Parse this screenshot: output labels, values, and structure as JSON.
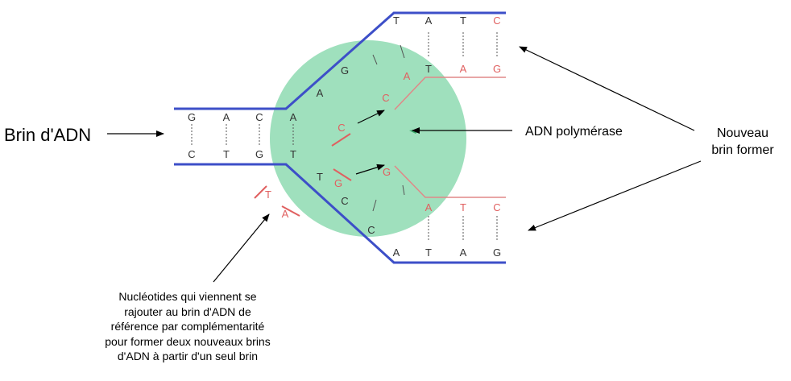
{
  "labels": {
    "brin_adn": "Brin d'ADN",
    "adn_polymerase": "ADN polymérase",
    "nouveau_line1": "Nouveau",
    "nouveau_line2": "brin former",
    "note_lines": [
      "Nucléotides qui viennent se",
      "rajouter au brin d'ADN de",
      "référence par complémentarité",
      "pour former deux nouveaux brins",
      "d'ADN à partir d'un seul brin"
    ]
  },
  "nucleotides": {
    "parent_top": [
      "G",
      "A",
      "C",
      "A"
    ],
    "parent_bottom": [
      "C",
      "T",
      "G",
      "T"
    ],
    "fork_upper_strand": [
      "A",
      "G",
      "T",
      "A",
      "T",
      "C"
    ],
    "fork_upper_new": [
      "C",
      "A",
      "T",
      "A",
      "G"
    ],
    "fork_lower_strand": [
      "T",
      "C",
      "C",
      "A",
      "T",
      "A",
      "G"
    ],
    "fork_lower_new": [
      "G",
      "A",
      "T",
      "C"
    ],
    "free_upper": "C",
    "free_lower": "G",
    "free_outside": [
      "T",
      "A"
    ]
  },
  "colors": {
    "strand_blue": "#3d4fc8",
    "new_strand_red": "#e06060",
    "polymerase_green": "#9fe0bd",
    "black_text": "#333333"
  }
}
